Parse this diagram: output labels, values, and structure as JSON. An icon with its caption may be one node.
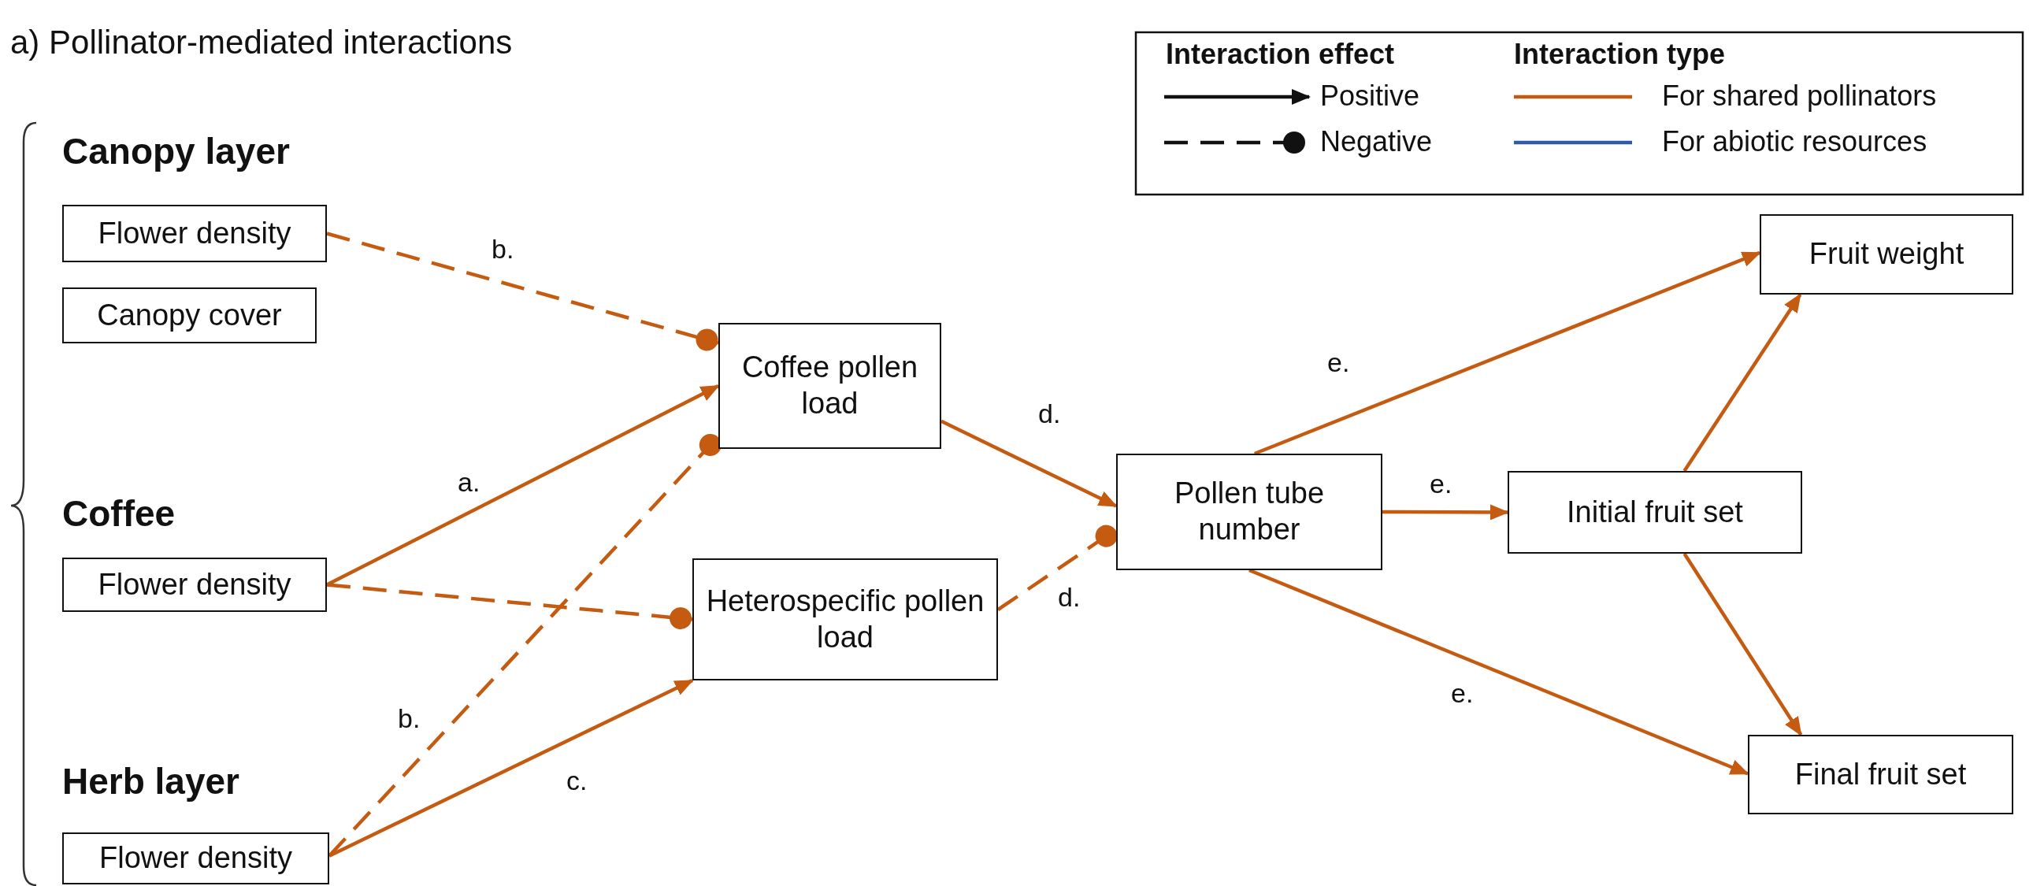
{
  "diagram": {
    "title": "a) Pollinator-mediated interactions",
    "nodes": [
      {
        "text": [
          "Flower density"
        ]
      },
      {
        "text": [
          "Canopy cover"
        ]
      },
      {
        "text": [
          "Flower density"
        ]
      },
      {
        "text": [
          "Flower density"
        ]
      },
      {
        "text": [
          "Coffee pollen load"
        ]
      },
      {
        "text": [
          "Heterospecific pollen load"
        ]
      },
      {
        "text": [
          "Pollen tube number"
        ]
      },
      {
        "text": [
          "Fruit weight"
        ]
      },
      {
        "text": [
          "Initial fruit set"
        ]
      },
      {
        "text": [
          "Final fruit set"
        ]
      }
    ],
    "edges": [
      {
        "from": 0,
        "to": 4,
        "arrow": "other",
        "label": "b.",
        "style": "dashed"
      },
      {
        "from": 2,
        "to": 4,
        "arrow": "to",
        "label": "a."
      },
      {
        "from": 2,
        "to": 5,
        "arrow": "other",
        "style": "dashed"
      },
      {
        "from": 3,
        "to": 4,
        "arrow": "other",
        "label": "b.",
        "style": "dashed"
      },
      {
        "from": 3,
        "to": 5,
        "arrow": "to",
        "label": "c."
      },
      {
        "from": 4,
        "to": 6,
        "arrow": "to",
        "label": "d."
      },
      {
        "from": 5,
        "to": 6,
        "arrow": "other",
        "label": "d.",
        "style": "dashed"
      },
      {
        "from": 6,
        "to": 7,
        "arrow": "to",
        "label": "e."
      },
      {
        "from": 6,
        "to": 8,
        "arrow": "to",
        "label": "e."
      },
      {
        "from": 6,
        "to": 9,
        "arrow": "to",
        "label": "e."
      },
      {
        "from": 8,
        "to": 7,
        "arrow": "to"
      },
      {
        "from": 8,
        "to": 9,
        "arrow": "to"
      }
    ],
    "labels": [
      "Canopy layer",
      "Coffee",
      "Herb layer",
      "Interaction effect",
      "Interaction type"
    ],
    "legend": [
      {
        "text": "Positive"
      },
      {
        "text": "Negative"
      },
      {
        "text": "For shared pollinators"
      },
      {
        "text": "For abiotic resources"
      }
    ]
  }
}
